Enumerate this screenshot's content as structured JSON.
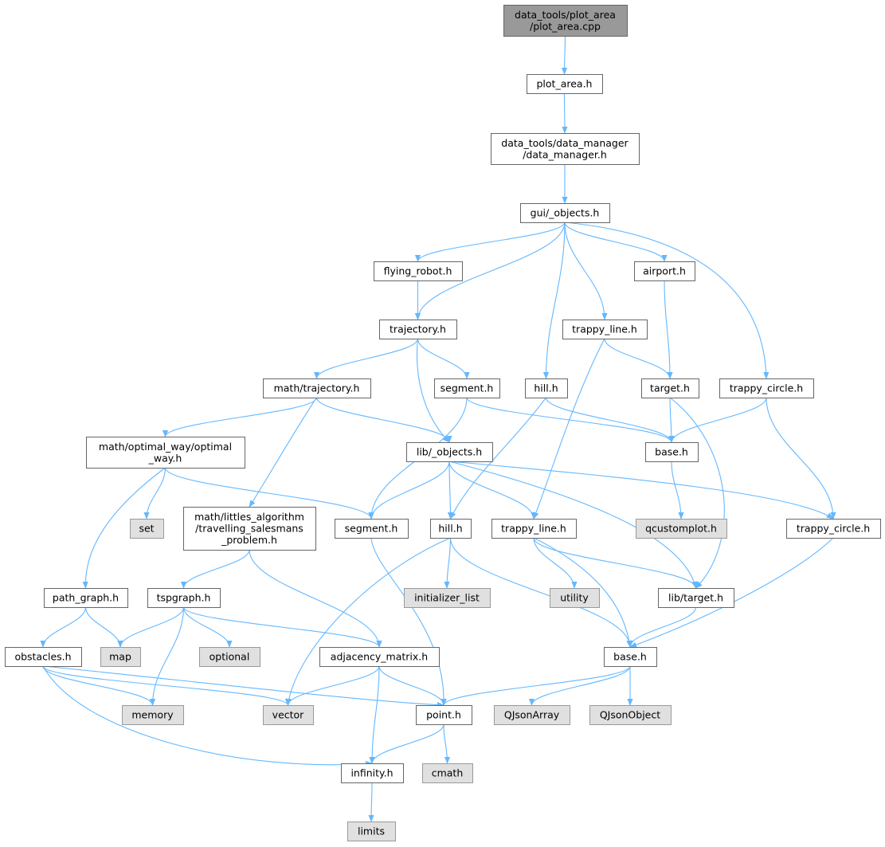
{
  "colors": {
    "edge": "#63B8FF",
    "root_fill": "#999999",
    "root_stroke": "#666666",
    "file_fill": "#FFFFFF",
    "file_stroke": "#666666",
    "system_fill": "#E0E0E0",
    "system_stroke": "#999999",
    "text": "#000000"
  },
  "nodes": [
    {
      "id": "n_plot_area_cpp",
      "kind": "root",
      "lines": [
        "data_tools/plot_area",
        "/plot_area.cpp"
      ]
    },
    {
      "id": "n_plot_area_h",
      "kind": "file",
      "lines": [
        "plot_area.h"
      ]
    },
    {
      "id": "n_data_manager_h",
      "kind": "file",
      "lines": [
        "data_tools/data_manager",
        "/data_manager.h"
      ]
    },
    {
      "id": "n_gui_objects_h",
      "kind": "file",
      "lines": [
        "gui/_objects.h"
      ]
    },
    {
      "id": "n_flying_robot_h",
      "kind": "file",
      "lines": [
        "flying_robot.h"
      ]
    },
    {
      "id": "n_airport_h",
      "kind": "file",
      "lines": [
        "airport.h"
      ]
    },
    {
      "id": "n_trajectory_h",
      "kind": "file",
      "lines": [
        "trajectory.h"
      ]
    },
    {
      "id": "n_gui_trappy_line_h",
      "kind": "file",
      "lines": [
        "trappy_line.h"
      ]
    },
    {
      "id": "n_math_trajectory_h",
      "kind": "file",
      "lines": [
        "math/trajectory.h"
      ]
    },
    {
      "id": "n_segment_h_top",
      "kind": "file",
      "lines": [
        "segment.h"
      ]
    },
    {
      "id": "n_hill_h_top",
      "kind": "file",
      "lines": [
        "hill.h"
      ]
    },
    {
      "id": "n_target_h",
      "kind": "file",
      "lines": [
        "target.h"
      ]
    },
    {
      "id": "n_gui_trappy_circle_h",
      "kind": "file",
      "lines": [
        "trappy_circle.h"
      ]
    },
    {
      "id": "n_optimal_way_h",
      "kind": "file",
      "lines": [
        "math/optimal_way/optimal",
        "_way.h"
      ]
    },
    {
      "id": "n_lib_objects_h",
      "kind": "file",
      "lines": [
        "lib/_objects.h"
      ]
    },
    {
      "id": "n_base_h_top",
      "kind": "file",
      "lines": [
        "base.h"
      ]
    },
    {
      "id": "n_set",
      "kind": "system",
      "lines": [
        "set"
      ]
    },
    {
      "id": "n_littles_h",
      "kind": "file",
      "lines": [
        "math/littles_algorithm",
        "/travelling_salesmans",
        "_problem.h"
      ]
    },
    {
      "id": "n_segment_h",
      "kind": "file",
      "lines": [
        "segment.h"
      ]
    },
    {
      "id": "n_hill_h",
      "kind": "file",
      "lines": [
        "hill.h"
      ]
    },
    {
      "id": "n_trappy_line_h",
      "kind": "file",
      "lines": [
        "trappy_line.h"
      ]
    },
    {
      "id": "n_qcustomplot_h",
      "kind": "system",
      "lines": [
        "qcustomplot.h"
      ]
    },
    {
      "id": "n_trappy_circle_h",
      "kind": "file",
      "lines": [
        "trappy_circle.h"
      ]
    },
    {
      "id": "n_path_graph_h",
      "kind": "file",
      "lines": [
        "path_graph.h"
      ]
    },
    {
      "id": "n_tspgraph_h",
      "kind": "file",
      "lines": [
        "tspgraph.h"
      ]
    },
    {
      "id": "n_initializer_list",
      "kind": "system",
      "lines": [
        "initializer_list"
      ]
    },
    {
      "id": "n_utility",
      "kind": "system",
      "lines": [
        "utility"
      ]
    },
    {
      "id": "n_lib_target_h",
      "kind": "file",
      "lines": [
        "lib/target.h"
      ]
    },
    {
      "id": "n_obstacles_h",
      "kind": "file",
      "lines": [
        "obstacles.h"
      ]
    },
    {
      "id": "n_map",
      "kind": "system",
      "lines": [
        "map"
      ]
    },
    {
      "id": "n_optional",
      "kind": "system",
      "lines": [
        "optional"
      ]
    },
    {
      "id": "n_adjacency_matrix_h",
      "kind": "file",
      "lines": [
        "adjacency_matrix.h"
      ]
    },
    {
      "id": "n_base_h",
      "kind": "file",
      "lines": [
        "base.h"
      ]
    },
    {
      "id": "n_memory",
      "kind": "system",
      "lines": [
        "memory"
      ]
    },
    {
      "id": "n_vector",
      "kind": "system",
      "lines": [
        "vector"
      ]
    },
    {
      "id": "n_point_h",
      "kind": "file",
      "lines": [
        "point.h"
      ]
    },
    {
      "id": "n_qjsonarray",
      "kind": "system",
      "lines": [
        "QJsonArray"
      ]
    },
    {
      "id": "n_qjsonobject",
      "kind": "system",
      "lines": [
        "QJsonObject"
      ]
    },
    {
      "id": "n_infinity_h",
      "kind": "file",
      "lines": [
        "infinity.h"
      ]
    },
    {
      "id": "n_cmath",
      "kind": "system",
      "lines": [
        "cmath"
      ]
    },
    {
      "id": "n_limits",
      "kind": "system",
      "lines": [
        "limits"
      ]
    }
  ],
  "edges": [
    [
      "n_plot_area_cpp",
      "n_plot_area_h"
    ],
    [
      "n_plot_area_h",
      "n_data_manager_h"
    ],
    [
      "n_data_manager_h",
      "n_gui_objects_h"
    ],
    [
      "n_gui_objects_h",
      "n_flying_robot_h"
    ],
    [
      "n_gui_objects_h",
      "n_airport_h"
    ],
    [
      "n_gui_objects_h",
      "n_trajectory_h"
    ],
    [
      "n_gui_objects_h",
      "n_hill_h_top"
    ],
    [
      "n_gui_objects_h",
      "n_gui_trappy_line_h"
    ],
    [
      "n_gui_objects_h",
      "n_gui_trappy_circle_h"
    ],
    [
      "n_flying_robot_h",
      "n_trajectory_h"
    ],
    [
      "n_airport_h",
      "n_target_h"
    ],
    [
      "n_trajectory_h",
      "n_math_trajectory_h"
    ],
    [
      "n_trajectory_h",
      "n_segment_h_top"
    ],
    [
      "n_trajectory_h",
      "n_lib_objects_h"
    ],
    [
      "n_gui_trappy_line_h",
      "n_target_h"
    ],
    [
      "n_gui_trappy_line_h",
      "n_trappy_line_h"
    ],
    [
      "n_math_trajectory_h",
      "n_optimal_way_h"
    ],
    [
      "n_math_trajectory_h",
      "n_lib_objects_h"
    ],
    [
      "n_math_trajectory_h",
      "n_littles_h"
    ],
    [
      "n_segment_h_top",
      "n_base_h_top"
    ],
    [
      "n_segment_h_top",
      "n_segment_h"
    ],
    [
      "n_hill_h_top",
      "n_base_h_top"
    ],
    [
      "n_hill_h_top",
      "n_hill_h"
    ],
    [
      "n_target_h",
      "n_base_h_top"
    ],
    [
      "n_target_h",
      "n_lib_target_h"
    ],
    [
      "n_gui_trappy_circle_h",
      "n_base_h_top"
    ],
    [
      "n_gui_trappy_circle_h",
      "n_trappy_circle_h"
    ],
    [
      "n_optimal_way_h",
      "n_set"
    ],
    [
      "n_optimal_way_h",
      "n_segment_h"
    ],
    [
      "n_optimal_way_h",
      "n_path_graph_h"
    ],
    [
      "n_lib_objects_h",
      "n_segment_h"
    ],
    [
      "n_lib_objects_h",
      "n_hill_h"
    ],
    [
      "n_lib_objects_h",
      "n_trappy_line_h"
    ],
    [
      "n_lib_objects_h",
      "n_lib_target_h"
    ],
    [
      "n_lib_objects_h",
      "n_trappy_circle_h"
    ],
    [
      "n_base_h_top",
      "n_qcustomplot_h"
    ],
    [
      "n_littles_h",
      "n_tspgraph_h"
    ],
    [
      "n_littles_h",
      "n_adjacency_matrix_h"
    ],
    [
      "n_segment_h",
      "n_point_h"
    ],
    [
      "n_hill_h",
      "n_initializer_list"
    ],
    [
      "n_hill_h",
      "n_vector"
    ],
    [
      "n_hill_h",
      "n_base_h"
    ],
    [
      "n_trappy_line_h",
      "n_utility"
    ],
    [
      "n_trappy_line_h",
      "n_lib_target_h"
    ],
    [
      "n_trappy_line_h",
      "n_base_h"
    ],
    [
      "n_trappy_circle_h",
      "n_base_h"
    ],
    [
      "n_path_graph_h",
      "n_obstacles_h"
    ],
    [
      "n_path_graph_h",
      "n_map"
    ],
    [
      "n_tspgraph_h",
      "n_map"
    ],
    [
      "n_tspgraph_h",
      "n_memory"
    ],
    [
      "n_tspgraph_h",
      "n_optional"
    ],
    [
      "n_tspgraph_h",
      "n_adjacency_matrix_h"
    ],
    [
      "n_lib_target_h",
      "n_base_h"
    ],
    [
      "n_obstacles_h",
      "n_memory"
    ],
    [
      "n_obstacles_h",
      "n_vector"
    ],
    [
      "n_obstacles_h",
      "n_point_h"
    ],
    [
      "n_obstacles_h",
      "n_infinity_h"
    ],
    [
      "n_adjacency_matrix_h",
      "n_vector"
    ],
    [
      "n_adjacency_matrix_h",
      "n_point_h"
    ],
    [
      "n_adjacency_matrix_h",
      "n_infinity_h"
    ],
    [
      "n_base_h",
      "n_point_h"
    ],
    [
      "n_base_h",
      "n_qjsonarray"
    ],
    [
      "n_base_h",
      "n_qjsonobject"
    ],
    [
      "n_point_h",
      "n_infinity_h"
    ],
    [
      "n_point_h",
      "n_cmath"
    ],
    [
      "n_infinity_h",
      "n_limits"
    ]
  ]
}
